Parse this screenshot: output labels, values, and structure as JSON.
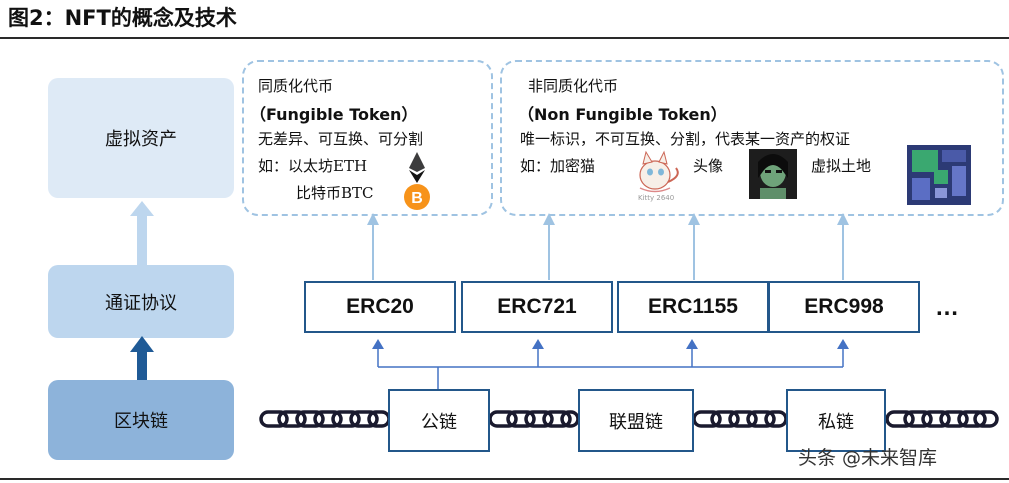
{
  "figure_title": "图2：NFT的概念及技术",
  "left_stack": {
    "top": "虚拟资产",
    "middle": "通证协议",
    "bottom": "区块链"
  },
  "fungible": {
    "line1": "同质化代币",
    "line2": "（Fungible Token）",
    "line3": "无差异、可互换、可分割",
    "line4": "如：以太坊ETH",
    "line5": "比特币BTC"
  },
  "non_fungible": {
    "line1": "非同质化代币",
    "line2": "（Non Fungible Token）",
    "line3": "唯一标识，不可互换、分割，代表某一资产的权证",
    "line4_prefix": "如：加密猫",
    "avatar_label": "头像",
    "land_label": "虚拟土地",
    "cat_caption": "Kitty 2640"
  },
  "protocols": [
    "ERC20",
    "ERC721",
    "ERC1155",
    "ERC998"
  ],
  "protocols_more": "…",
  "chains": [
    "公链",
    "联盟链",
    "私链"
  ],
  "watermark": "头条 @未来智库",
  "colors": {
    "light_box": "#deeaf6",
    "mid_box": "#bdd6ee",
    "dark_box": "#8db3da",
    "border_blue": "#23578a",
    "arrow_blue": "#4472c4",
    "dashed": "#9fc3e2"
  }
}
